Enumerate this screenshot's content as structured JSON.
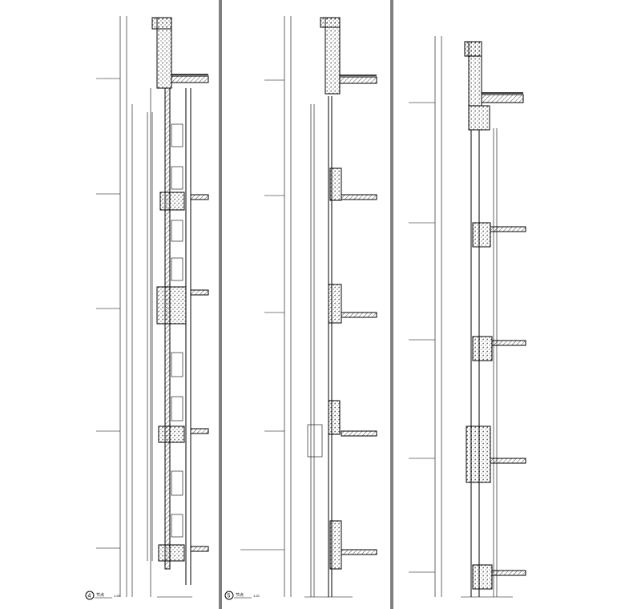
{
  "drawing": {
    "panels": [
      {
        "id": "section-4",
        "number": "4",
        "title": "节点",
        "scale": "1:20"
      },
      {
        "id": "section-5",
        "number": "5",
        "title": "节点",
        "scale": "1:20"
      },
      {
        "id": "section-6",
        "number": "",
        "title": "",
        "scale": ""
      }
    ]
  },
  "colors": {
    "line": "#000000",
    "background": "#ffffff",
    "hatch": "#000000"
  }
}
